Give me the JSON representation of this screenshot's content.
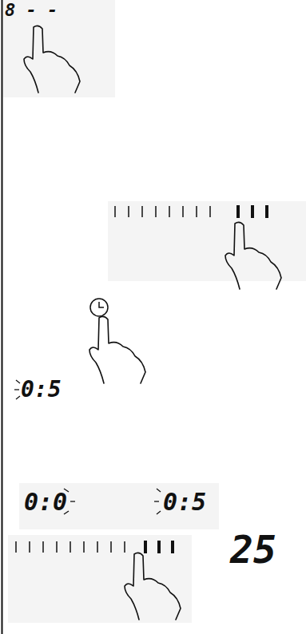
{
  "diagram": {
    "labels": [
      "8 - -",
      "0:5",
      "0:0",
      "0:5",
      "25"
    ]
  }
}
